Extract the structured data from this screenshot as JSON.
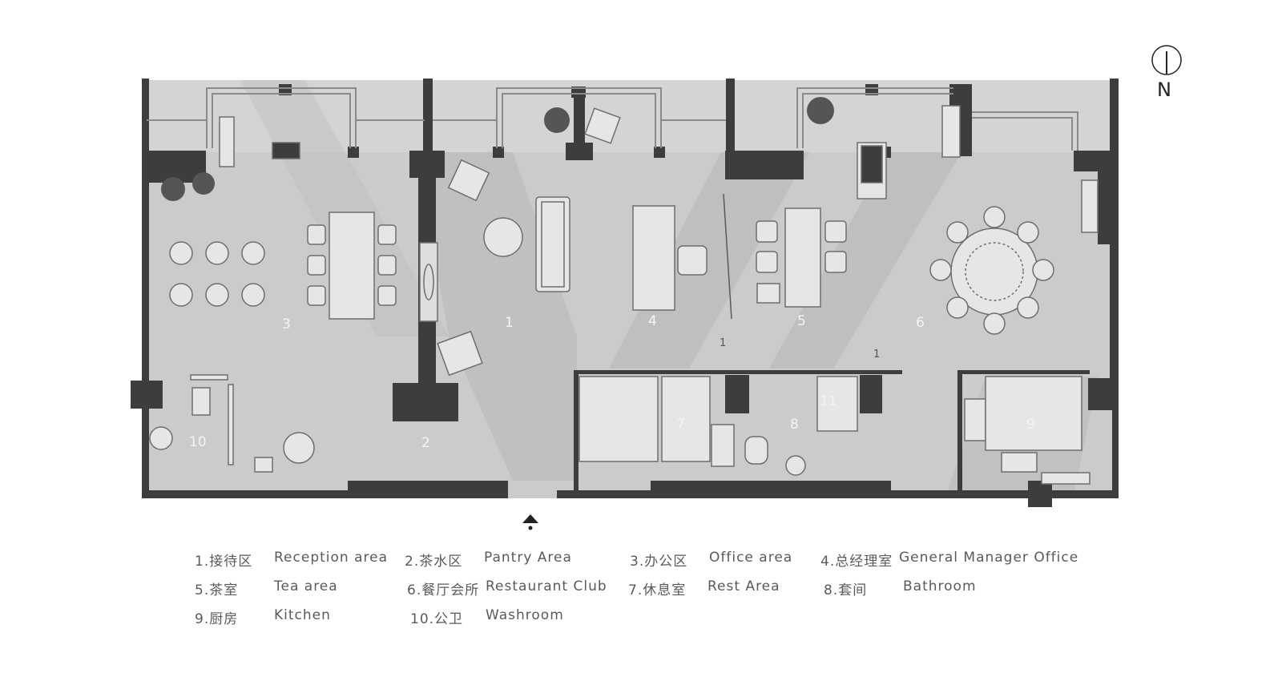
{
  "compass": {
    "letter": "N"
  },
  "room_numbers": [
    "1",
    "2",
    "3",
    "4",
    "5",
    "6",
    "7",
    "8",
    "9",
    "10",
    "11"
  ],
  "marks": [
    "1",
    "1"
  ],
  "legend": [
    {
      "zh": "1.接待区",
      "en": "Reception area"
    },
    {
      "zh": "2.茶水区",
      "en": "Pantry Area"
    },
    {
      "zh": "3.办公区",
      "en": "Office area"
    },
    {
      "zh": "4.总经理室",
      "en": "General Manager Office"
    },
    {
      "zh": "5.茶室",
      "en": "Tea area"
    },
    {
      "zh": "6.餐厅会所",
      "en": "Restaurant Club"
    },
    {
      "zh": "7.休息室",
      "en": "Rest Area"
    },
    {
      "zh": "8.套间",
      "en": "Bathroom"
    },
    {
      "zh": "9.厨房",
      "en": "Kitchen"
    },
    {
      "zh": "10.公卫",
      "en": "Washroom"
    }
  ],
  "colors": {
    "wall": "#3d3d3d",
    "floor": "#c9c9c9",
    "furniture": "#e6e6e6",
    "label": "#f4f4f4"
  }
}
